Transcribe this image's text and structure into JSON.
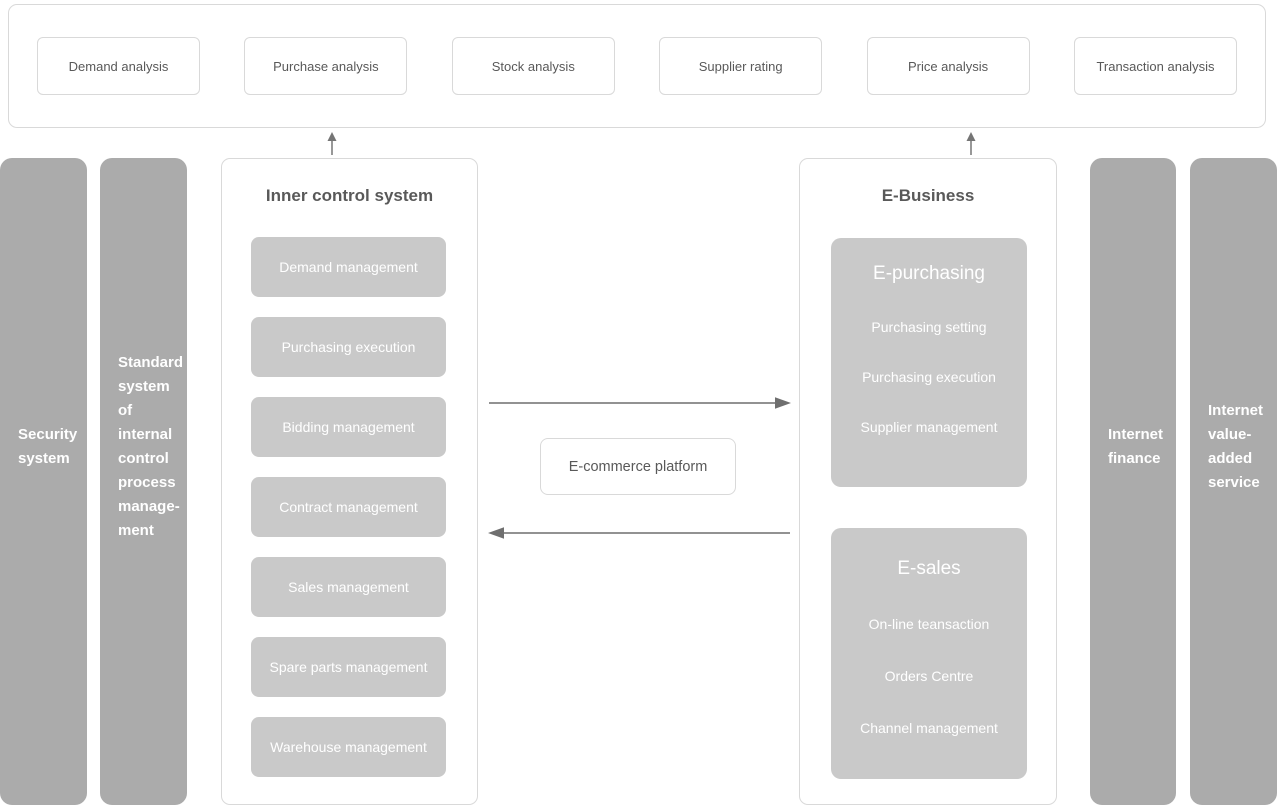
{
  "top_panel": {
    "boxes": [
      "Demand analysis",
      "Purchase analysis",
      "Stock analysis",
      "Supplier rating",
      "Price analysis",
      "Transaction analysis"
    ]
  },
  "side_bars": {
    "left": [
      {
        "label": "Security\nsystem"
      },
      {
        "label": "Standard\nsystem of\ninternal\ncontrol\nprocess\nmanage-\nment"
      }
    ],
    "right": [
      {
        "label": "Internet\nfinance"
      },
      {
        "label": "Internet\nvalue-\nadded\nservice"
      }
    ]
  },
  "inner_control": {
    "title": "Inner control system",
    "items": [
      "Demand management",
      "Purchasing execution",
      "Bidding management",
      "Contract management",
      "Sales management",
      "Spare parts management",
      "Warehouse management"
    ]
  },
  "center": {
    "platform_label": "E-commerce platform"
  },
  "e_business": {
    "title": "E-Business",
    "groups": [
      {
        "title": "E-purchasing",
        "items": [
          "Purchasing setting",
          "Purchasing execution",
          "Supplier management"
        ]
      },
      {
        "title": "E-sales",
        "items": [
          "On-line teansaction",
          "Orders Centre",
          "Channel management"
        ]
      }
    ]
  },
  "colors": {
    "bar_gray": "#ababab",
    "box_gray": "#c9c9c9",
    "border_gray": "#d9d9d9",
    "text_dark": "#595959",
    "text_light": "#ffffff",
    "arrow_gray": "#757575"
  }
}
